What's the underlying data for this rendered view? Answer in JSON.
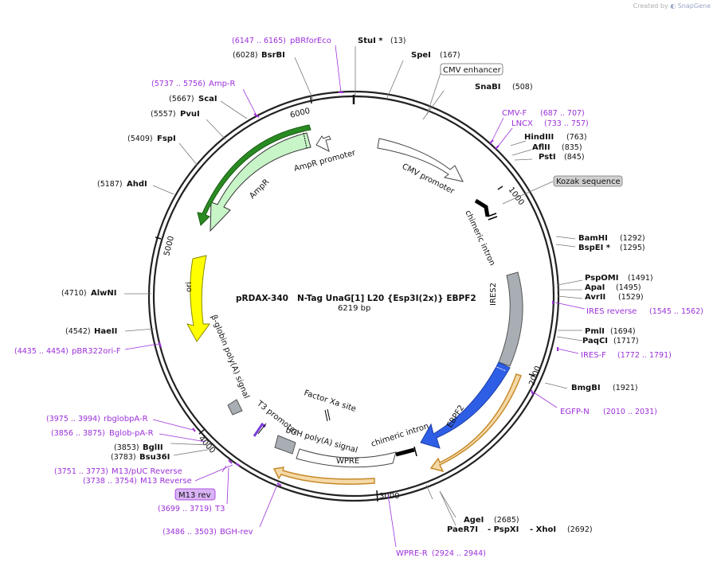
{
  "credit": {
    "prefix": "Created by",
    "brand": "SnapGene"
  },
  "title": {
    "name": "pRDAX-340",
    "construct": "N-Tag UnaG[1] L20 {Esp3I(2x)} EBPF2",
    "size": "6219 bp"
  },
  "ticks": [
    "1000",
    "2000",
    "3000",
    "4000",
    "5000",
    "6000"
  ],
  "enzymes": [
    {
      "name": "StuI *",
      "pos": "(13)"
    },
    {
      "name": "SpeI",
      "pos": "(167)"
    },
    {
      "name": "BsrBI",
      "pos": "(6028)"
    },
    {
      "name": "SnaBI",
      "pos": "(508)"
    },
    {
      "name": "ScaI",
      "pos": "(5667)"
    },
    {
      "name": "PvuI",
      "pos": "(5557)"
    },
    {
      "name": "HindIII",
      "pos": "(763)"
    },
    {
      "name": "AflII",
      "pos": "(835)"
    },
    {
      "name": "PstI",
      "pos": "(845)"
    },
    {
      "name": "FspI",
      "pos": "(5409)"
    },
    {
      "name": "AhdI",
      "pos": "(5187)"
    },
    {
      "name": "BamHI",
      "pos": "(1292)"
    },
    {
      "name": "BspEI *",
      "pos": "(1295)"
    },
    {
      "name": "PspOMI",
      "pos": "(1491)"
    },
    {
      "name": "ApaI",
      "pos": "(1495)"
    },
    {
      "name": "AvrII",
      "pos": "(1529)"
    },
    {
      "name": "AlwNI",
      "pos": "(4710)"
    },
    {
      "name": "HaeII",
      "pos": "(4542)"
    },
    {
      "name": "PmlI",
      "pos": "(1694)"
    },
    {
      "name": "PaqCI",
      "pos": "(1717)"
    },
    {
      "name": "BmgBI",
      "pos": "(1921)"
    },
    {
      "name": "BglII",
      "pos": "(3853)"
    },
    {
      "name": "Bsu36I",
      "pos": "(3783)"
    },
    {
      "name": "AgeI",
      "pos": "(2685)"
    },
    {
      "name": "PaeR7I",
      "pos": ""
    },
    {
      "name": "- PspXI",
      "pos": ""
    },
    {
      "name": "- XhoI",
      "pos": "(2692)"
    }
  ],
  "primers": [
    {
      "name": "pBRforEco",
      "pos": "(6147 .. 6165)"
    },
    {
      "name": "Amp-R",
      "pos": "(5737 .. 5756)"
    },
    {
      "name": "CMV-F",
      "pos": "(687 .. 707)"
    },
    {
      "name": "LNCX",
      "pos": "(733 .. 757)"
    },
    {
      "name": "IRES reverse",
      "pos": "(1545 .. 1562)"
    },
    {
      "name": "IRES-F",
      "pos": "(1772 .. 1791)"
    },
    {
      "name": "pBR322ori-F",
      "pos": "(4435 .. 4454)"
    },
    {
      "name": "EGFP-N",
      "pos": "(2010 .. 2031)"
    },
    {
      "name": "rbglobpA-R",
      "pos": "(3975 .. 3994)"
    },
    {
      "name": "Bglob-pA-R",
      "pos": "(3856 .. 3875)"
    },
    {
      "name": "M13/pUC Reverse",
      "pos": "(3751 .. 3773)"
    },
    {
      "name": "M13 Reverse",
      "pos": "(3738 .. 3754)"
    },
    {
      "name": "T3",
      "pos": "(3699 .. 3719)"
    },
    {
      "name": "BGH-rev",
      "pos": "(3486 .. 3503)"
    },
    {
      "name": "WPRE-R",
      "pos": "(2924 .. 2944)"
    }
  ],
  "boxed_labels": [
    "CMV enhancer",
    "Kozak sequence",
    "M13 rev"
  ],
  "features": {
    "cmv_promoter": "CMV promoter",
    "chimeric_intron_1": "chimeric intron",
    "ires2": "IRES2",
    "ebpf2": "EBPF2",
    "chimeric_intron_2": "chimeric intron",
    "wpre": "WPRE",
    "bgh": "bGH poly(A) signal",
    "t3_promoter": "T3 promoter",
    "factor_xa": "Factor Xa site",
    "beta_globin": "β-globin poly(A) signal",
    "ori": "ori",
    "ampr": "AmpR",
    "ampr_promoter": "AmpR promoter"
  },
  "colors": {
    "ampr_fill": "#c8f5c8",
    "ori_fill": "#ffff00",
    "ires_fill": "#a9aeb4",
    "ebpf2_fill": "#2f5ee6",
    "orf_fill": "#f5d9a8",
    "orf_stroke": "#c58a2a",
    "primer": "#9b30d9"
  }
}
